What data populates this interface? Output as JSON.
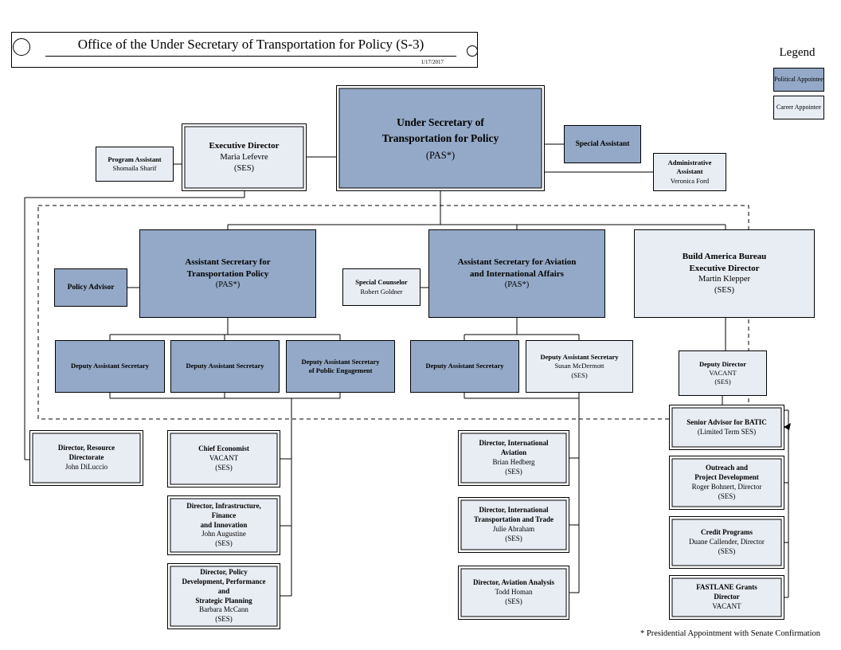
{
  "header": {
    "title": "Office of the Under Secretary of Transportation for Policy (S-3)",
    "date": "1/17/2017"
  },
  "legend": {
    "title": "Legend",
    "items": [
      {
        "label": "Political Appointee",
        "type": "political"
      },
      {
        "label": "Career Appointee",
        "type": "career"
      }
    ]
  },
  "footnote": "* Presidential Appointment with Senate Confirmation",
  "colors": {
    "political_appointee": "#94a9c7",
    "career_appointee": "#e8edf4",
    "line": "#000000"
  },
  "boxes": {
    "program_assistant": {
      "title": "Program Assistant",
      "name": "Shomaila Sharif"
    },
    "executive_director": {
      "title": "Executive Director",
      "name": "Maria Lefevre",
      "note": "(SES)"
    },
    "under_secretary": {
      "title": "Under Secretary of\nTransportation for Policy",
      "note": "(PAS*)"
    },
    "special_assistant": {
      "title": "Special Assistant"
    },
    "admin_assistant": {
      "title": "Administrative\nAssistant",
      "name": "Veronica Ford"
    },
    "policy_advisor": {
      "title": "Policy Advisor"
    },
    "asst_sec_policy": {
      "title": "Assistant Secretary for\nTransportation Policy",
      "note": "(PAS*)"
    },
    "special_counselor": {
      "title": "Special Counselor",
      "name": "Robert Goldner"
    },
    "asst_sec_aviation": {
      "title": "Assistant Secretary for Aviation\nand International Affairs",
      "note": "(PAS*)"
    },
    "build_america": {
      "title": "Build America Bureau\nExecutive Director",
      "name": "Martin Klepper",
      "note": "(SES)"
    },
    "das1": {
      "title": "Deputy Assistant Secretary"
    },
    "das2": {
      "title": "Deputy Assistant Secretary"
    },
    "das3": {
      "title": "Deputy Assistant Secretary\nof Public Engagement"
    },
    "das4": {
      "title": "Deputy Assistant Secretary"
    },
    "das_mcdermott": {
      "title": "Deputy Assistant Secretary",
      "name": "Susan McDermott",
      "note": "(SES)"
    },
    "deputy_director": {
      "title": "Deputy Director",
      "name": "VACANT",
      "note": "(SES)"
    },
    "resource_directorate": {
      "title": "Director, Resource\nDirectorate",
      "name": "John DiLuccio"
    },
    "chief_economist": {
      "title": "Chief Economist",
      "name": "VACANT",
      "note": "(SES)"
    },
    "infrastructure": {
      "title": "Director, Infrastructure,\nFinance\nand Innovation",
      "name": "John Augustine",
      "note": "(SES)"
    },
    "policy_development": {
      "title": "Director, Policy\nDevelopment, Performance\nand\nStrategic Planning",
      "name": "Barbara McCann",
      "note": "(SES)"
    },
    "intl_aviation": {
      "title": "Director, International\nAviation",
      "name": "Brian Hedberg",
      "note": "(SES)"
    },
    "intl_transport": {
      "title": "Director, International\nTransportation and Trade",
      "name": "Julie Abraham",
      "note": "(SES)"
    },
    "aviation_analysis": {
      "title": "Director, Aviation Analysis",
      "name": "Todd Homan",
      "note": "(SES)"
    },
    "batic_advisor": {
      "title": "Senior Advisor for BATIC",
      "name": "(Limited Term SES)"
    },
    "outreach": {
      "title": "Outreach and\nProject Development",
      "name": "Roger Bohnert, Director",
      "note": "(SES)"
    },
    "credit_programs": {
      "title": "Credit Programs",
      "name": "Duane Callender, Director",
      "note": "(SES)"
    },
    "fastlane": {
      "title": "FASTLANE Grants\nDirector",
      "name": "VACANT"
    }
  }
}
